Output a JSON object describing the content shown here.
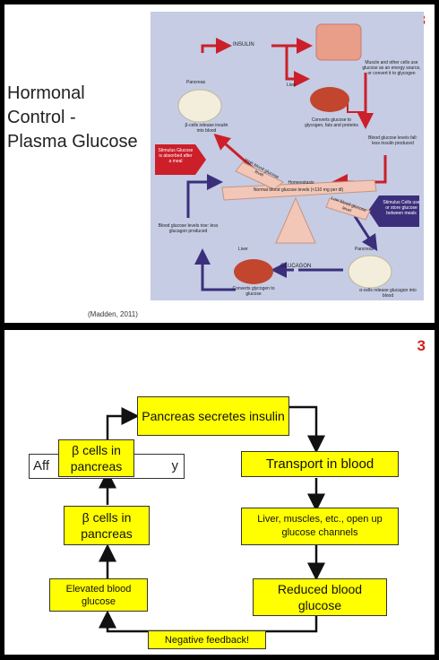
{
  "slide1": {
    "number": "3",
    "title_lines": [
      "Hormonal",
      "Control -",
      "Plasma Glucose"
    ],
    "citation": "(Madden,  2011)",
    "figure": {
      "insulin": "INSULIN",
      "glucagon": "GLUCAGON",
      "pancreas_top": "Pancreas",
      "beta_cells": "β-cells release insulin into blood",
      "liver_top": "Liver",
      "muscle": "Muscle and other cells use glucose as an energy source, or convert it to glycogen",
      "converts": "Converts glucose to glycogen, fats and proteins",
      "levels_fall": "Blood glucose levels fall: less insulin produced",
      "stimulus_left": "Stimulus Glucose is absorbed after a meal",
      "high": "High blood glucose level",
      "homeostasis": "Homeostasis",
      "normal": "Normal blood glucose levels (<110 mg per dl)",
      "low": "Low blood glucose level",
      "stimulus_right": "Stimulus Cells use or store glucose between meals",
      "levels_rise": "Blood glucose levels rise: less glucagon produced",
      "liver_bottom": "Liver",
      "pancreas_bottom": "Pancreas",
      "converts_glycogen": "Converts glycogen to glucose",
      "alpha_cells": "α-cells release glucagon into blood"
    }
  },
  "slide2": {
    "number": "3",
    "pancreas_secretes": "Pancreas secretes insulin",
    "transport": "Transport in blood",
    "liver_muscles": "Liver, muscles, etc., open up glucose channels",
    "reduced": "Reduced blood glucose",
    "negative": "Negative feedback!",
    "elevated": "Elevated blood glucose",
    "beta_lower": "β cells in pancreas",
    "beta_upper": "β cells in pancreas",
    "affinity_left": "Aff",
    "affinity_right": "y"
  },
  "colors": {
    "red_arrow": "#cc1f2a",
    "navy_arrow": "#3b2f7c",
    "highlight": "#ffff00",
    "panel": "#c5cce4",
    "seesaw": "#f2c7b8"
  }
}
